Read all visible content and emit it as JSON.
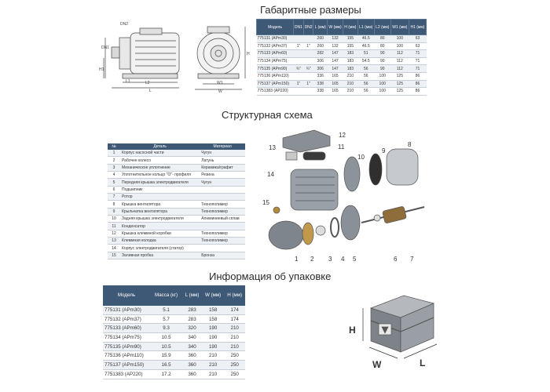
{
  "titles": {
    "dimensions": "Габаритные размеры",
    "structure": "Структурная схема",
    "packaging": "Информация об упаковке"
  },
  "dims_table": {
    "headers": [
      "Модель",
      "DN1",
      "DN2",
      "L (мм)",
      "W (мм)",
      "H (мм)",
      "L1 (мм)",
      "L2 (мм)",
      "W1 (мм)",
      "H1 (мм)"
    ],
    "rows": [
      {
        "model": "775131 (APm30)",
        "dn1": "",
        "dn2": "",
        "l": "260",
        "w": "132",
        "h": "155",
        "l1": "46.5",
        "l2": "80",
        "w1": "100",
        "h1": "63"
      },
      {
        "model": "775132 (APm37)",
        "dn1": "1\"",
        "dn2": "1\"",
        "l": "260",
        "w": "132",
        "h": "155",
        "l1": "46.5",
        "l2": "80",
        "w1": "100",
        "h1": "63"
      },
      {
        "model": "775133 (APm60)",
        "dn1": "",
        "dn2": "",
        "l": "282",
        "w": "147",
        "h": "183",
        "l1": "51",
        "l2": "90",
        "w1": "112",
        "h1": "71"
      },
      {
        "model": "775134 (APm75)",
        "dn1": "",
        "dn2": "",
        "l": "306",
        "w": "147",
        "h": "183",
        "l1": "54.5",
        "l2": "90",
        "w1": "112",
        "h1": "71"
      },
      {
        "model": "775135 (APm90)",
        "dn1": "¾\"",
        "dn2": "¾\"",
        "l": "306",
        "w": "147",
        "h": "183",
        "l1": "56",
        "l2": "90",
        "w1": "112",
        "h1": "71"
      },
      {
        "model": "775136 (APm110)",
        "dn1": "",
        "dn2": "",
        "l": "336",
        "w": "165",
        "h": "210",
        "l1": "56",
        "l2": "100",
        "w1": "125",
        "h1": "86"
      },
      {
        "model": "775137 (APm150)",
        "dn1": "1\"",
        "dn2": "1\"",
        "l": "338",
        "w": "165",
        "h": "210",
        "l1": "56",
        "l2": "100",
        "w1": "125",
        "h1": "86"
      },
      {
        "model": "7751383 (AP220)",
        "dn1": "",
        "dn2": "",
        "l": "338",
        "w": "165",
        "h": "210",
        "l1": "56",
        "l2": "100",
        "w1": "125",
        "h1": "86"
      }
    ]
  },
  "drawing_labels": {
    "dn2": "DN2",
    "dn1": "DN1",
    "h": "H",
    "h1": "H1",
    "l": "L",
    "l1": "L1",
    "l2": "L2",
    "w": "W",
    "w1": "W1"
  },
  "parts_table": {
    "headers": [
      "№",
      "Деталь",
      "Материал"
    ],
    "rows": [
      {
        "n": "1",
        "part": "Корпус насосной части",
        "mat": "Чугун"
      },
      {
        "n": "2",
        "part": "Рабочее колесо",
        "mat": "Латунь"
      },
      {
        "n": "3",
        "part": "Механическое уплотнение",
        "mat": "Керамика/графит"
      },
      {
        "n": "4",
        "part": "Уплотнительное кольцо \"О\"- профиля",
        "mat": "Резина"
      },
      {
        "n": "5",
        "part": "Передняя крышка электродвигателя",
        "mat": "Чугун"
      },
      {
        "n": "6",
        "part": "Подшипник",
        "mat": ""
      },
      {
        "n": "7",
        "part": "Ротор",
        "mat": ""
      },
      {
        "n": "8",
        "part": "Крышка вентилятора",
        "mat": "Технополимер"
      },
      {
        "n": "9",
        "part": "Крыльчатка вентилятора",
        "mat": "Технополимер"
      },
      {
        "n": "10",
        "part": "Задняя крышка электродвигателя",
        "mat": "Алюминиевый сплав"
      },
      {
        "n": "11",
        "part": "Конденсатор",
        "mat": ""
      },
      {
        "n": "12",
        "part": "Крышка клеммной коробки",
        "mat": "Технополимер"
      },
      {
        "n": "13",
        "part": "Клеммная колодка",
        "mat": "Технополимер"
      },
      {
        "n": "14",
        "part": "Корпус электродвигателя (статор)",
        "mat": ""
      },
      {
        "n": "15",
        "part": "Заливная пробка",
        "mat": "Бронза"
      }
    ]
  },
  "exploded_numbers": [
    "1",
    "2",
    "3",
    "4",
    "5",
    "6",
    "7",
    "8",
    "9",
    "10",
    "11",
    "12",
    "13",
    "14",
    "15"
  ],
  "pack_table": {
    "headers": [
      "Модель",
      "Масса (кг)",
      "L (мм)",
      "W (мм)",
      "H (мм)"
    ],
    "rows": [
      {
        "model": "775131 (APm30)",
        "mass": "5.1",
        "l": "283",
        "w": "158",
        "h": "174"
      },
      {
        "model": "775132 (APm37)",
        "mass": "5.7",
        "l": "283",
        "w": "158",
        "h": "174"
      },
      {
        "model": "775133 (APm60)",
        "mass": "9.3",
        "l": "320",
        "w": "190",
        "h": "210"
      },
      {
        "model": "775134 (APm75)",
        "mass": "10.5",
        "l": "340",
        "w": "190",
        "h": "210"
      },
      {
        "model": "775135 (APm90)",
        "mass": "10.5",
        "l": "340",
        "w": "190",
        "h": "210"
      },
      {
        "model": "775136 (APm110)",
        "mass": "15.9",
        "l": "360",
        "w": "210",
        "h": "250"
      },
      {
        "model": "775137 (APm150)",
        "mass": "16.5",
        "l": "360",
        "w": "210",
        "h": "250"
      },
      {
        "model": "7751383 (AP220)",
        "mass": "17.2",
        "l": "360",
        "w": "210",
        "h": "250"
      }
    ]
  },
  "box_labels": {
    "h": "H",
    "w": "W",
    "l": "L"
  },
  "colors": {
    "header": "#3e5976",
    "stripe": "#edf0f4",
    "line": "#c8ced6"
  }
}
